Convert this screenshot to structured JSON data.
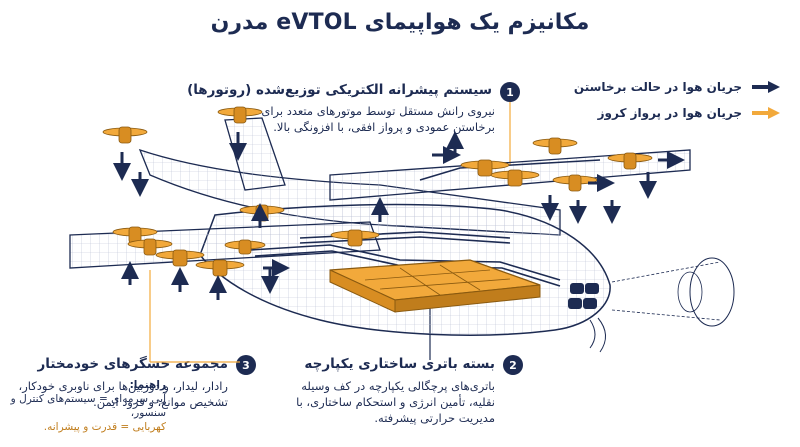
{
  "title": "مکانیزم یک هواپیمای eVTOL مدرن",
  "legend": {
    "vertical_flow": "جریان هوا در حالت برخاستن",
    "cruise_flow": "جریان هوا در پرواز کروز"
  },
  "sections": [
    {
      "number": "1",
      "title": "سیستم پیشرانه الکتریکی توزیع‌شده (روتورها)",
      "body": "نیروی رانش مستقل توسط موتورهای متعدد برای برخاستن عمودی و پرواز افقی، با افزونگی بالا."
    },
    {
      "number": "2",
      "title": "بسته باتری ساختاری یکپارچه",
      "body": "باتری‌های پرچگالی یکپارچه در کف وسیله نقلیه، تأمین انرژی و استحکام ساختاری، با مدیریت حرارتی پیشرفته."
    },
    {
      "number": "3",
      "title": "مجموعه حسگرهای خودمختار",
      "body": "رادار، لیدار، و دوربین‌ها برای ناوبری خودکار، تشخیص موانع، و فرود ایمن."
    }
  ],
  "key": {
    "heading": "راهنما:",
    "line1": "آبی سرمه‌ای = سیستم‌های کنترل و سنسور،",
    "line2": "کهربایی = قدرت و پیشرانه."
  },
  "colors": {
    "navy": "#1d2b52",
    "amber": "#f2a93b",
    "amber_dark": "#c07d1c",
    "mesh": "#b9c0d4",
    "background": "#ffffff"
  },
  "icons": [
    "arrow-right-icon",
    "rotor-icon",
    "battery-pack-icon",
    "sensor-icon"
  ]
}
